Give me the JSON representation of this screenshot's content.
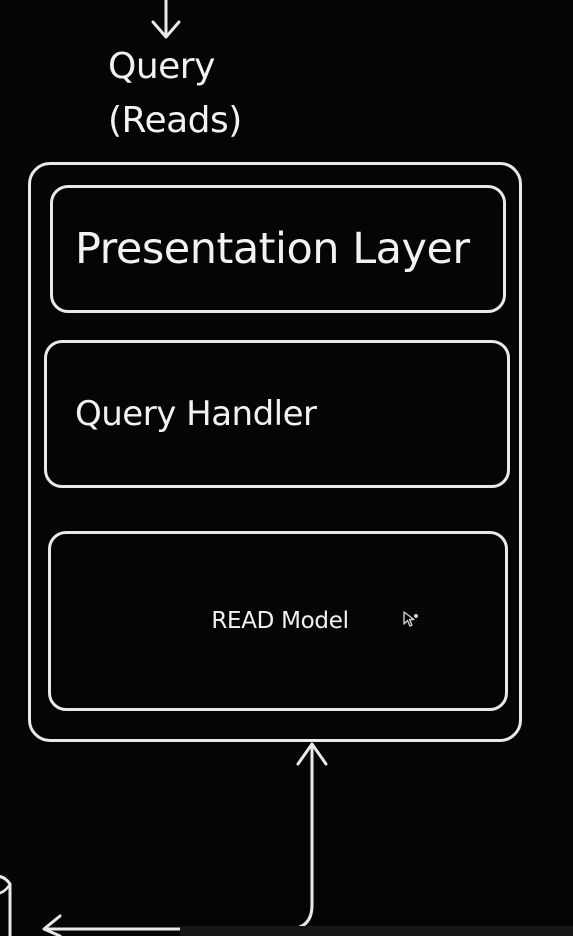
{
  "diagram": {
    "query_label_line1": "Query",
    "query_label_line2": "(Reads)",
    "layers": {
      "presentation": "Presentation Layer",
      "handler": "Query Handler",
      "read_model": "READ Model"
    },
    "icons": {
      "arrow_in": "arrow-down-icon",
      "arrow_up": "arrow-up-icon",
      "cursor": "pen-cursor-icon",
      "database": "database-icon"
    },
    "colors": {
      "background": "#050505",
      "stroke": "#e9e9e9",
      "text": "#f2f2f2"
    }
  }
}
